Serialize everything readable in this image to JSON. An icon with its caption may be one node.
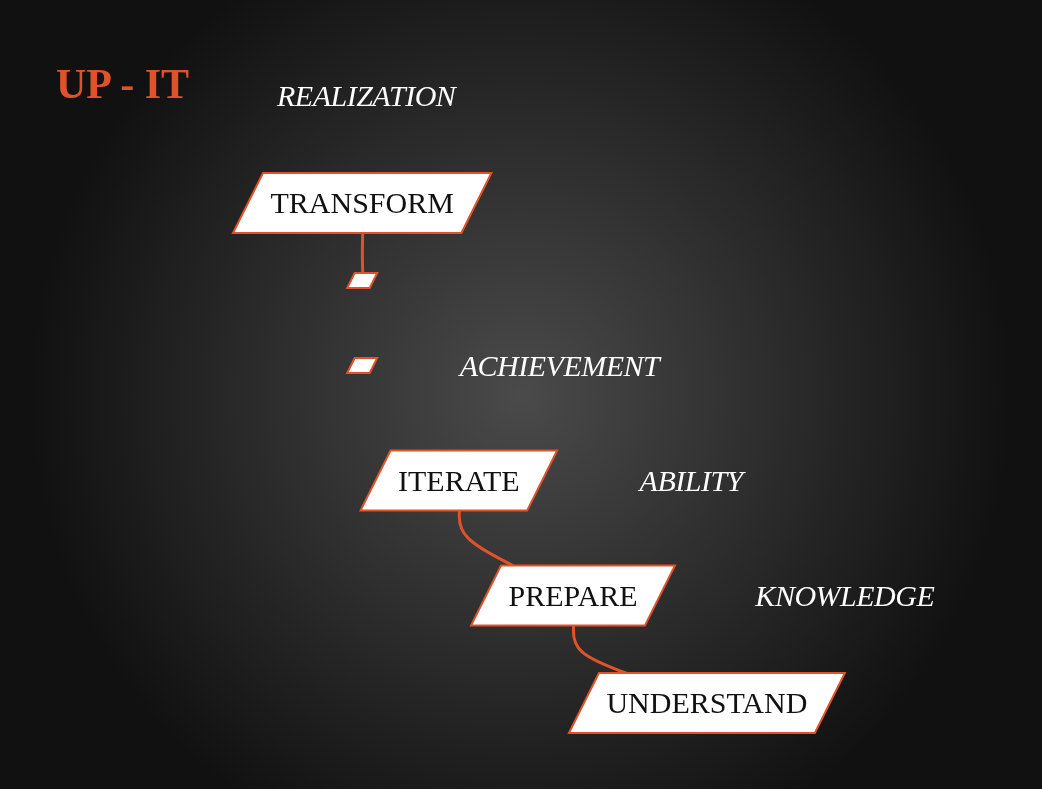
{
  "diagram": {
    "title": "UP - IT",
    "nodes": [
      {
        "text": [
          "TRANSFORM"
        ],
        "beside": [
          "REALIZATION"
        ]
      },
      {
        "text": [],
        "shape": "box"
      },
      {
        "text": [],
        "shape": "box"
      },
      {
        "text": [
          "ITERATE"
        ],
        "beside": [
          "ACHIEVEMENT"
        ]
      },
      {
        "text": [
          "PREPARE"
        ],
        "beside": [
          "ABILITY"
        ]
      },
      {
        "text": [
          "UNDERSTAND"
        ],
        "beside": [
          "KNOWLEDGE"
        ]
      }
    ],
    "edges": [
      {
        "from": 5,
        "to": 4,
        "arrow": "none"
      },
      {
        "from": 4,
        "to": 3,
        "arrow": "none"
      },
      {
        "from": 1,
        "to": 0,
        "arrow": "none"
      }
    ]
  }
}
